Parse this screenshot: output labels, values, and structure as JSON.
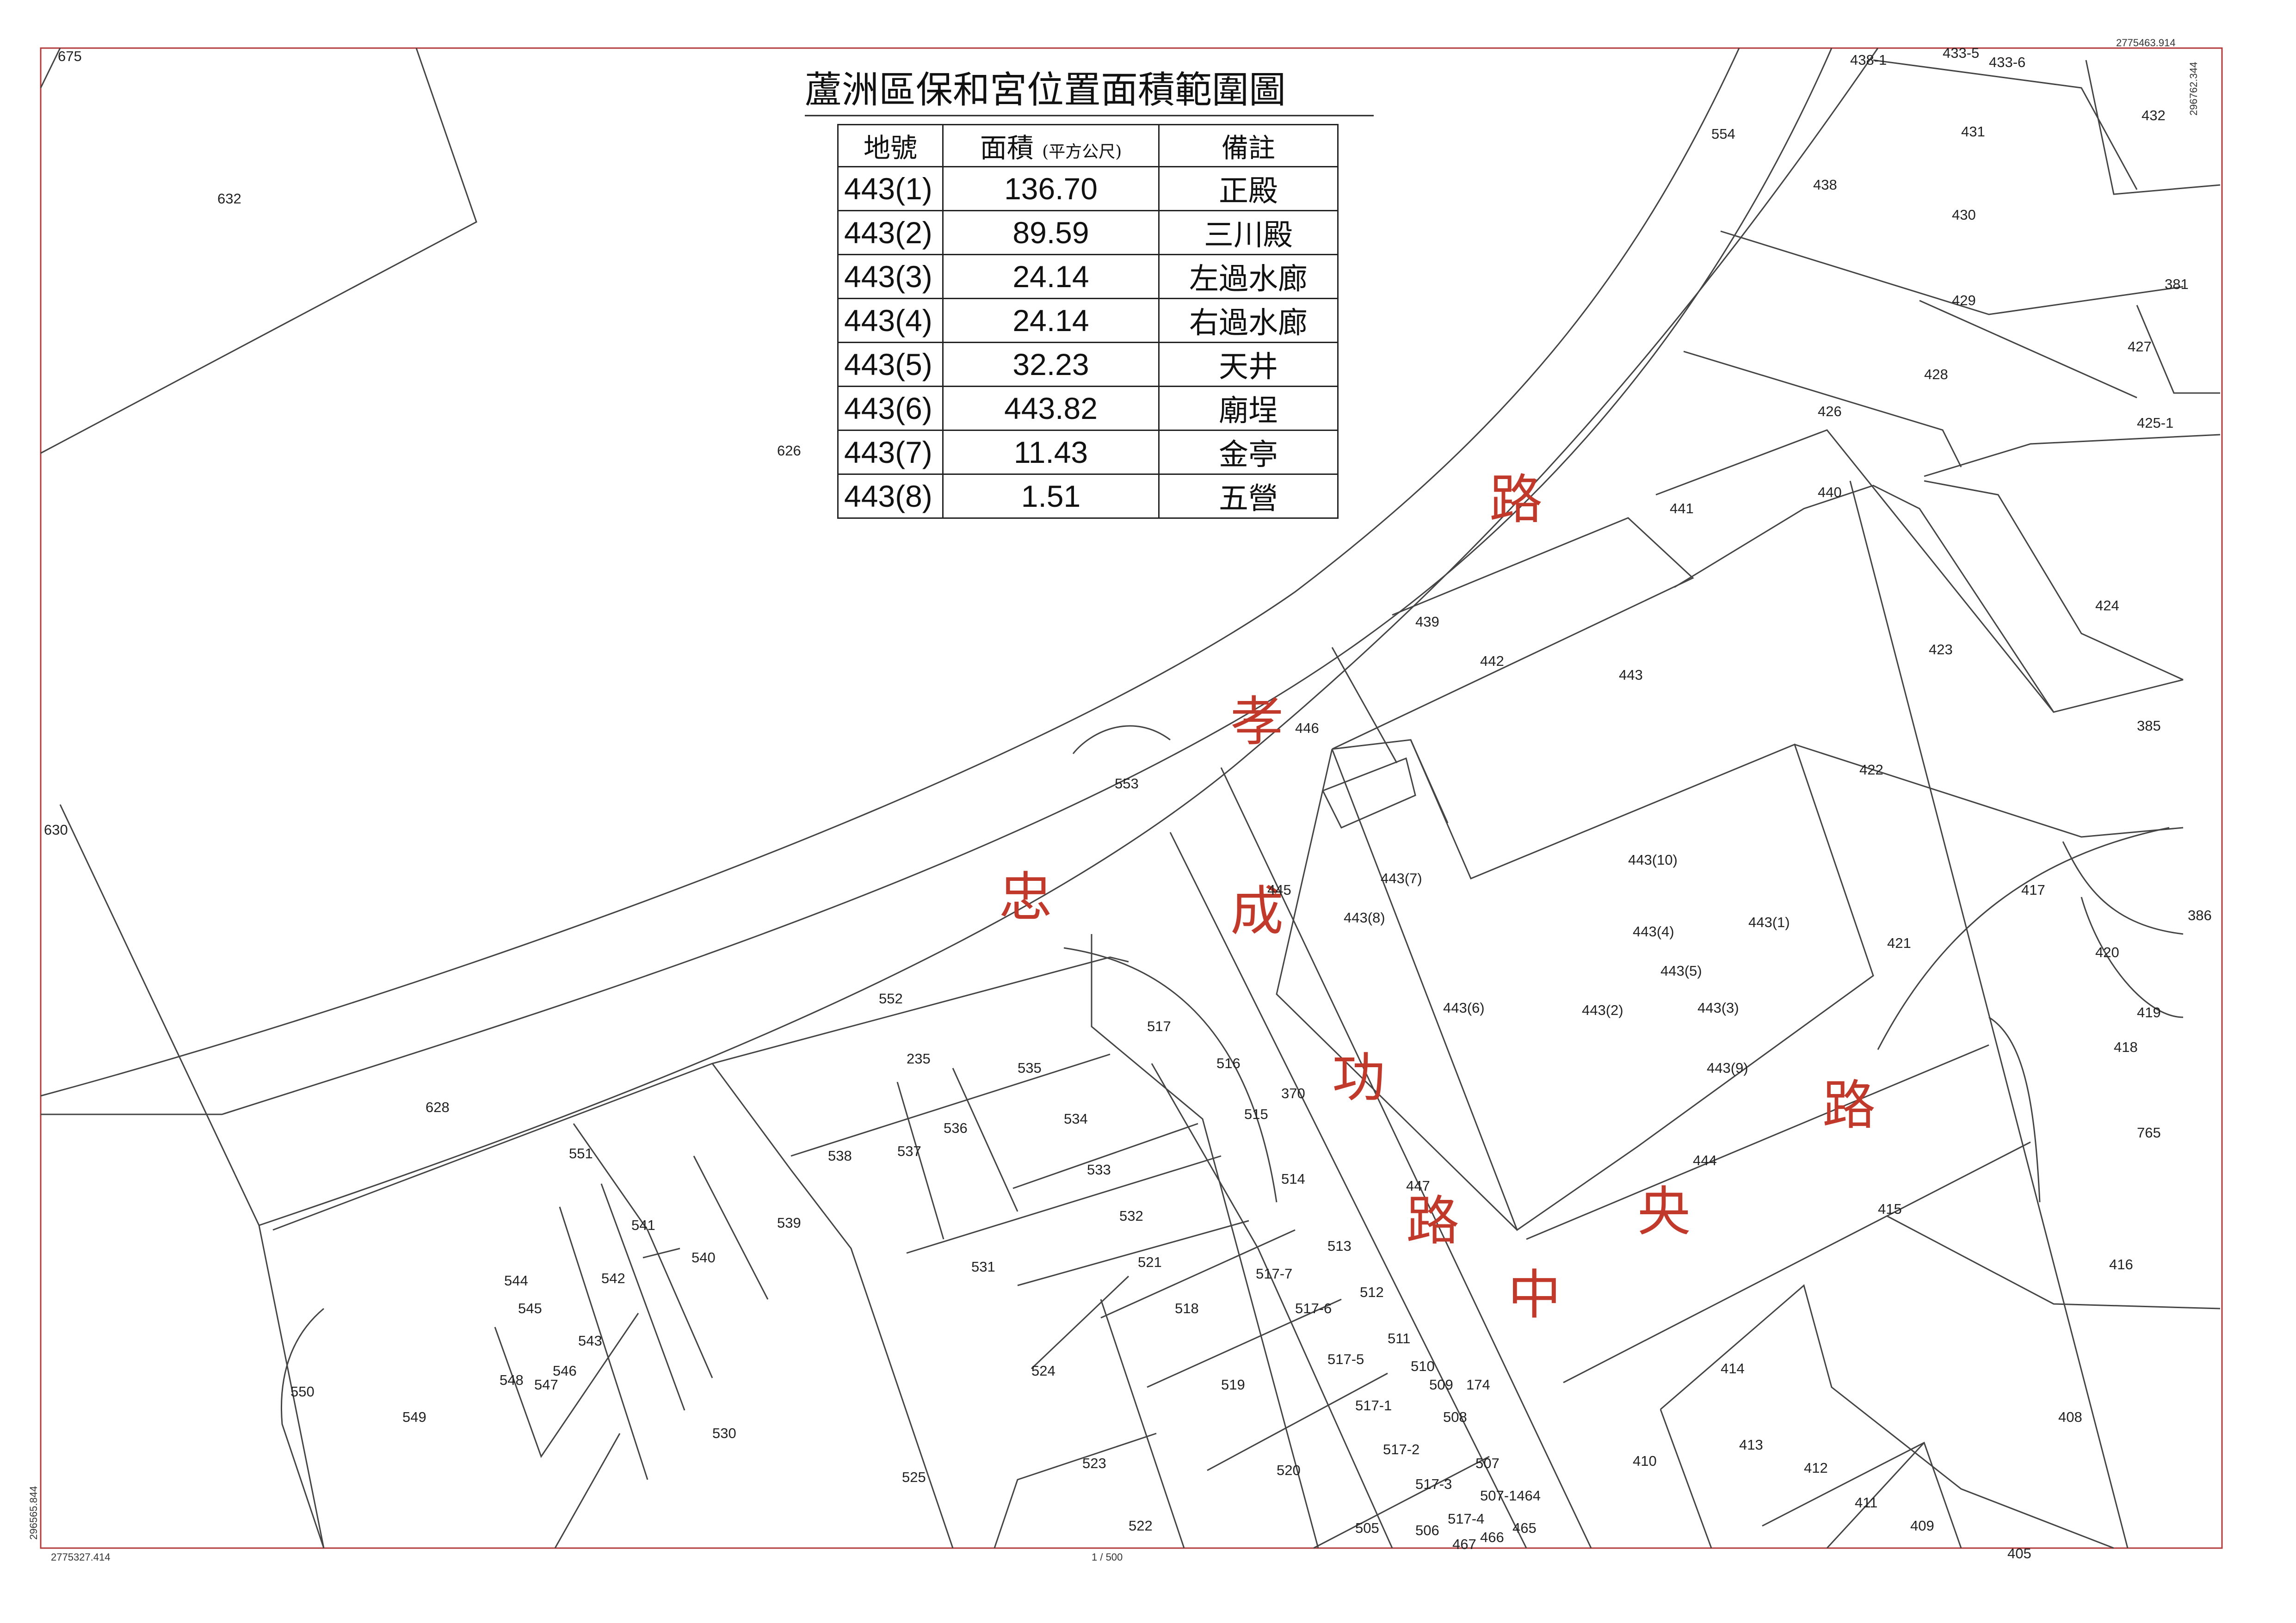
{
  "title": "蘆洲區保和宮位置面積範圍圖",
  "table": {
    "headers": {
      "lot": "地號",
      "area": "面積",
      "area_unit": "(平方公尺)",
      "note": "備註"
    },
    "rows": [
      {
        "lot": "443(1)",
        "area": "136.70",
        "note": "正殿"
      },
      {
        "lot": "443(2)",
        "area": "89.59",
        "note": "三川殿"
      },
      {
        "lot": "443(3)",
        "area": "24.14",
        "note": "左過水廊"
      },
      {
        "lot": "443(4)",
        "area": "24.14",
        "note": "右過水廊"
      },
      {
        "lot": "443(5)",
        "area": "32.23",
        "note": "天井"
      },
      {
        "lot": "443(6)",
        "area": "443.82",
        "note": "廟埕"
      },
      {
        "lot": "443(7)",
        "area": "11.43",
        "note": "金亭"
      },
      {
        "lot": "443(8)",
        "area": "1.51",
        "note": "五營"
      }
    ]
  },
  "corner_coords": {
    "top_right_x": "2775463.914",
    "top_right_y": "296762.344",
    "bottom_left_x": "2775327.414",
    "bottom_left_y": "296565.844"
  },
  "scale": "1 / 500",
  "roads": {
    "zhongxiao": [
      "忠",
      "孝",
      "路"
    ],
    "chenggong": [
      "成",
      "功",
      "路"
    ],
    "zhongyang": [
      "中",
      "央",
      "路"
    ]
  },
  "parcels": [
    "675",
    "632",
    "626",
    "630",
    "628",
    "553",
    "552",
    "551",
    "550",
    "549",
    "548",
    "547",
    "546",
    "545",
    "544",
    "543",
    "542",
    "541",
    "540",
    "539",
    "538",
    "537",
    "536",
    "535",
    "534",
    "533",
    "532",
    "531",
    "530",
    "525",
    "524",
    "523",
    "522",
    "521",
    "520",
    "519",
    "518",
    "517",
    "517-7",
    "517-6",
    "517-5",
    "517-1",
    "517-2",
    "517-3",
    "517-4",
    "516",
    "515",
    "514",
    "513",
    "512",
    "511",
    "510",
    "509",
    "508",
    "507",
    "507-1464",
    "506",
    "505",
    "467",
    "466",
    "465",
    "447",
    "446",
    "445",
    "444",
    "443",
    "442",
    "441",
    "440",
    "439",
    "438",
    "438-1",
    "433-5",
    "433-6",
    "432",
    "431",
    "430",
    "429",
    "428",
    "427",
    "426",
    "425-1",
    "424",
    "423",
    "422",
    "421",
    "420",
    "419",
    "418",
    "417",
    "416",
    "415",
    "414",
    "413",
    "412",
    "411",
    "410",
    "409",
    "408",
    "405",
    "386",
    "385",
    "381",
    "370",
    "235",
    "174",
    "765",
    "554",
    "443(1)",
    "443(2)",
    "443(3)",
    "443(4)",
    "443(5)",
    "443(6)",
    "443(7)",
    "443(8)",
    "443(9)",
    "443(10)"
  ],
  "colors": {
    "frame": "#b23a3a",
    "road_text": "#c0392b",
    "lines": "#444444"
  }
}
